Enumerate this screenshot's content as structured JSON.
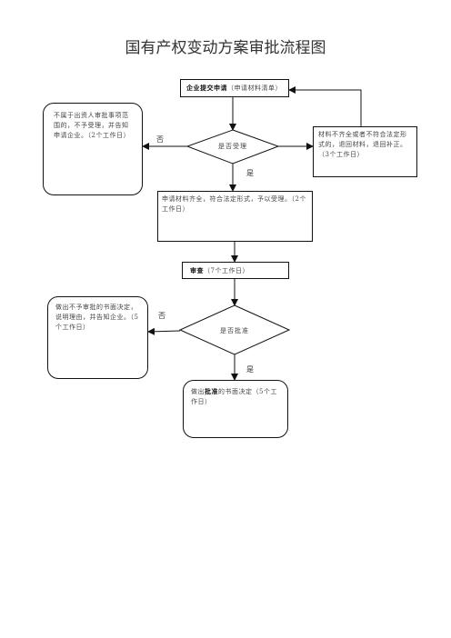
{
  "title": "国有产权变动方案审批流程图",
  "start": {
    "bold": "企业提交申请",
    "rest": "（申请材料清单）"
  },
  "decision1": "是否受理",
  "reject1": "不属于出资人审批事项范围的，不予受理，并告知申请企业。（2个工作日）",
  "incomplete": "材料不齐全或者不符合法定形式的，退回材料，退回补正。（3个工作日）",
  "accept": "申请材料齐全，符合法定形式，予以受理。（2个工作日）",
  "review": {
    "bold": "审查",
    "rest": "（7个工作日）"
  },
  "decision2": "是否批准",
  "reject2": "做出不予审批的书面决定，说明理由，并告知企业。（5个工作日）",
  "approve": {
    "pre": "做出",
    "bold": "批准",
    "rest": "的书面决定（5个工作日）"
  },
  "labels": {
    "no1": "否",
    "yes1": "是",
    "no2": "否",
    "yes2": "是"
  }
}
